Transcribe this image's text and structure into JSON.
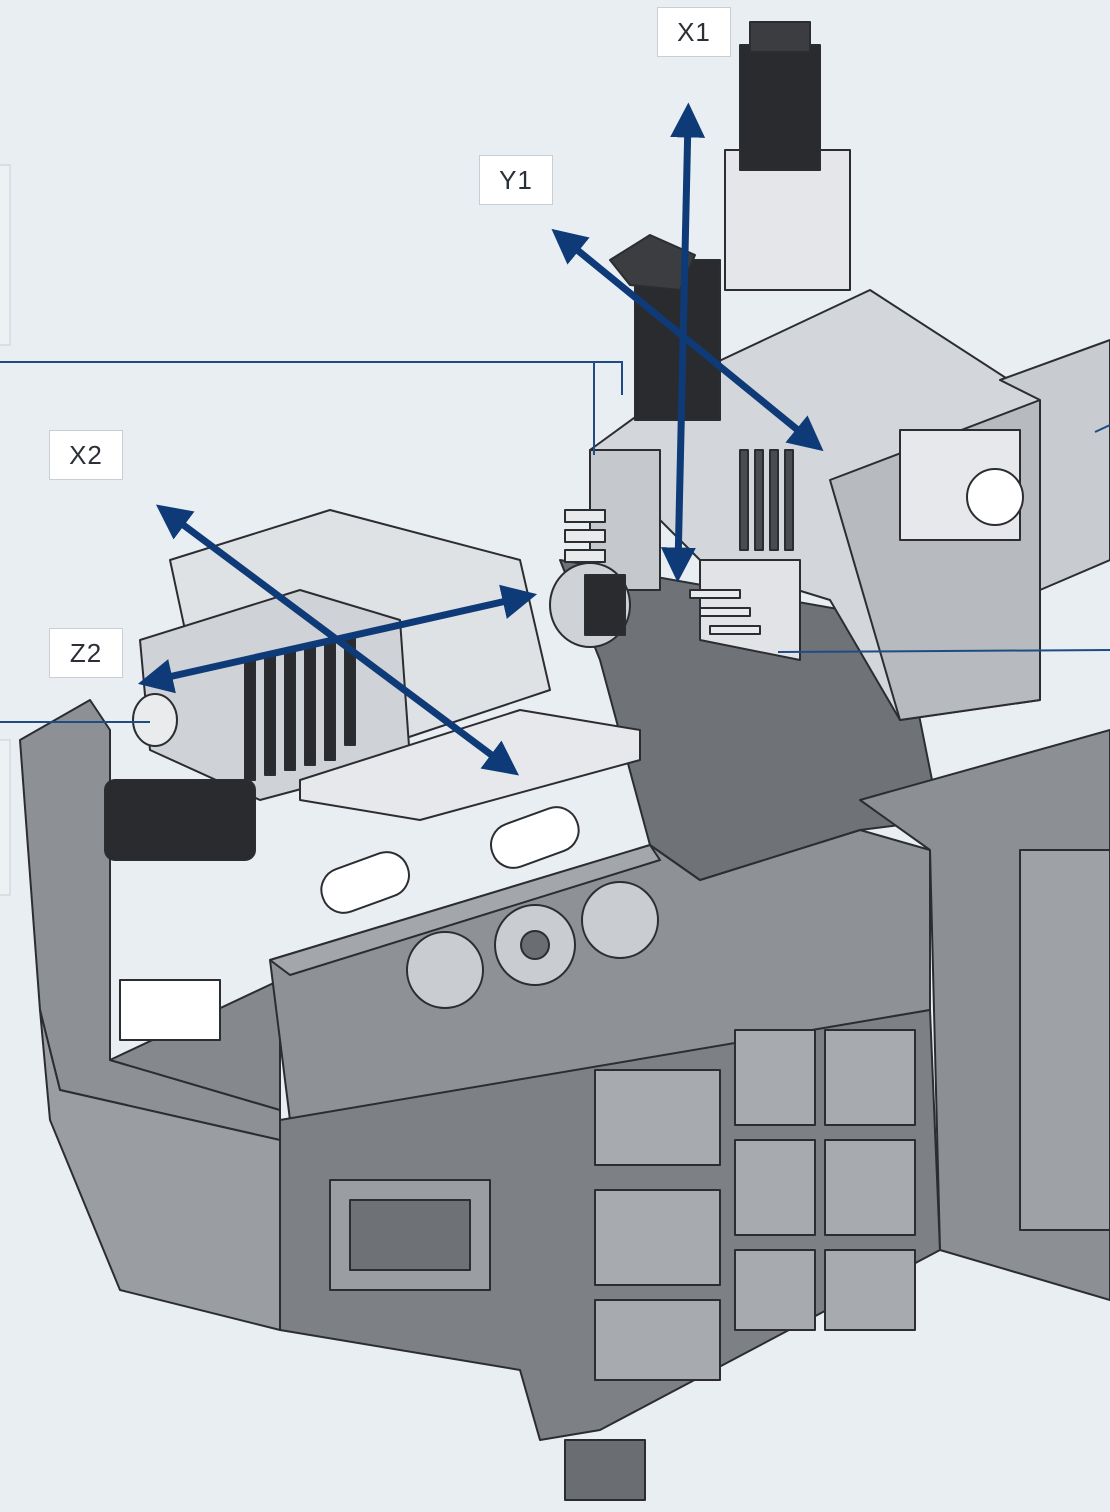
{
  "diagram": {
    "axis_labels": {
      "x1": "X1",
      "y1": "Y1",
      "x2": "X2",
      "z2": "Z2"
    },
    "colors": {
      "background": "#e9eef3",
      "arrow": "#0e3a78",
      "leader_line": "#1f4c86",
      "machine_base": "#8e9196",
      "machine_dark": "#5f6268",
      "machine_light": "#d2d5d9",
      "motor": "#2a2b2e"
    }
  }
}
